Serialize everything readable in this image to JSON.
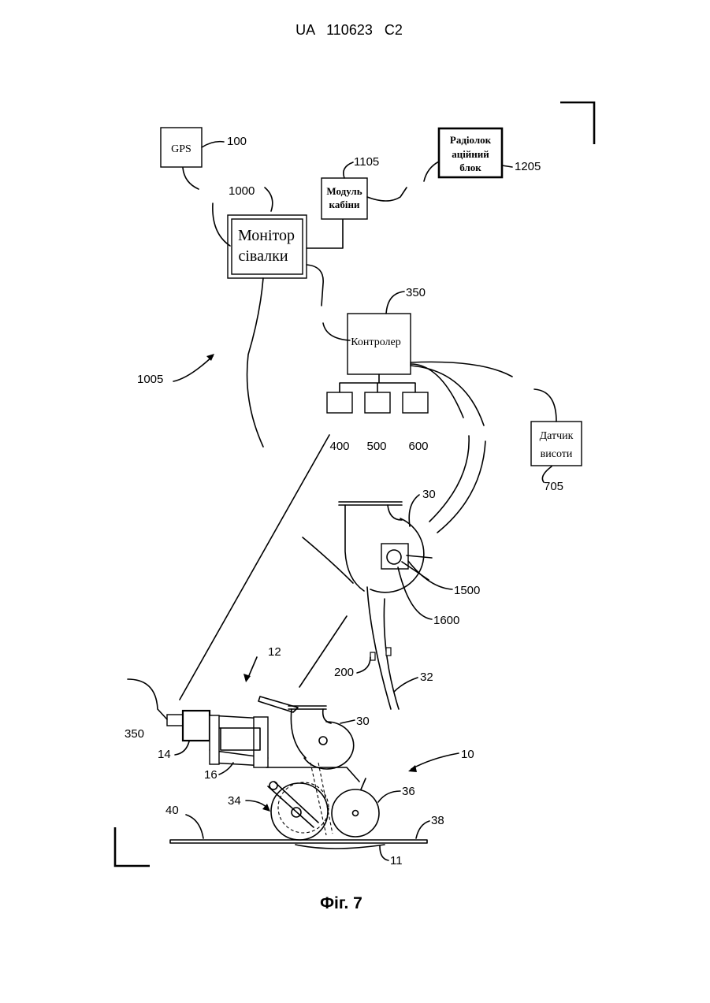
{
  "header": {
    "patent_number": "UA   110623   C2"
  },
  "diagram": {
    "blocks": {
      "gps": "GPS",
      "monitor_line1": "Монітор",
      "monitor_line2": "сівалки",
      "cab_module_line1": "Модуль",
      "cab_module_line2": "кабіни",
      "radio_line1": "Радіолок",
      "radio_line2": "аційний",
      "radio_line3": "блок",
      "controller": "Контролер",
      "height_sensor_line1": "Датчик",
      "height_sensor_line2": "висоти"
    },
    "refs": {
      "r100": "100",
      "r1000": "1000",
      "r1105": "1105",
      "r1205": "1205",
      "r350a": "350",
      "r1005": "1005",
      "r400": "400",
      "r500": "500",
      "r600": "600",
      "r705": "705",
      "r30a": "30",
      "r1500": "1500",
      "r1600": "1600",
      "r12": "12",
      "r200": "200",
      "r32": "32",
      "r350b": "350",
      "r30b": "30",
      "r14": "14",
      "r16": "16",
      "r10": "10",
      "r34": "34",
      "r36": "36",
      "r40": "40",
      "r38": "38",
      "r11": "11"
    }
  },
  "caption": "Фіг. 7"
}
